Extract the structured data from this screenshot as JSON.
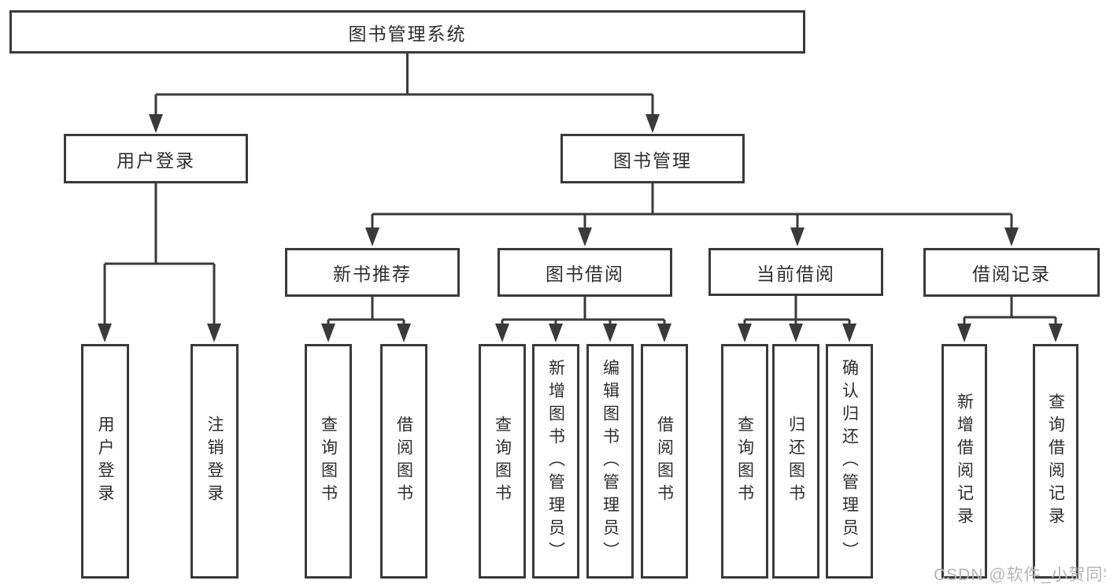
{
  "diagram": {
    "title": "图书管理系统",
    "root": {
      "label": "图书管理系统"
    },
    "level2": [
      {
        "label": "用户登录"
      },
      {
        "label": "图书管理"
      }
    ],
    "level3": [
      {
        "label": "新书推荐"
      },
      {
        "label": "图书借阅"
      },
      {
        "label": "当前借阅"
      },
      {
        "label": "借阅记录"
      }
    ],
    "leaves": {
      "user_login": [
        "用户登录",
        "注销登录"
      ],
      "new_book_recommend": [
        "查询图书",
        "借阅图书"
      ],
      "book_borrow": [
        "查询图书",
        "新增图书（管理员）",
        "编辑图书（管理员）",
        "借阅图书"
      ],
      "current_borrow": [
        "查询图书",
        "归还图书",
        "确认归还（管理员）"
      ],
      "borrow_records": [
        "新增借阅记录",
        "查询借阅记录"
      ]
    }
  },
  "watermark": {
    "text": "CSDN @软件_小贺同学"
  },
  "colors": {
    "line": "#3a3a3a",
    "box_border": "#3a3a3a",
    "text": "#2d2d2d",
    "watermark": "#b5b5b5",
    "background": "#ffffff"
  }
}
